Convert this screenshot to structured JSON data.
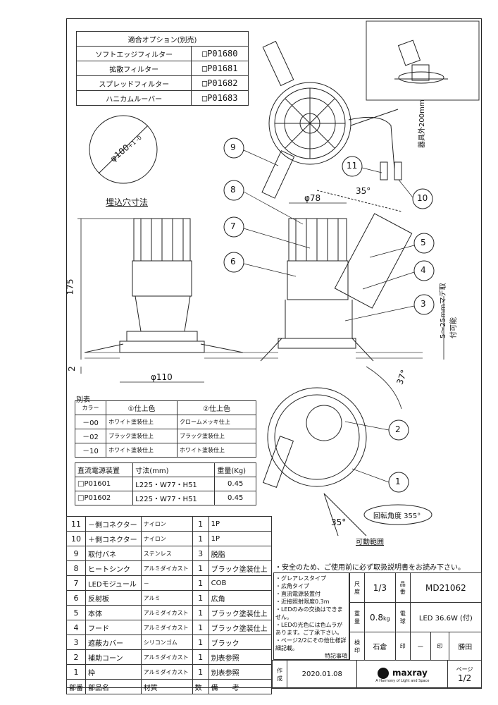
{
  "options_table": {
    "title": "適合オプション(別売)",
    "rows": [
      {
        "name": "ソフトエッジフィルター",
        "code": "□P01680"
      },
      {
        "name": "拡散フィルター",
        "code": "□P01681"
      },
      {
        "name": "スプレッドフィルター",
        "code": "□P01682"
      },
      {
        "name": "ハニカムルーバー",
        "code": "□P01683"
      }
    ]
  },
  "cutout": {
    "dia": "φ100",
    "tol": "+1 -0",
    "label": "埋込穴寸法"
  },
  "dims": {
    "d78": "φ78",
    "d110": "φ110",
    "h175": "175",
    "h2": "2",
    "angle35_top": "35°",
    "angle37": "37°",
    "angle35_bottom": "35°",
    "cable": "器具外200mm",
    "ceiling": "5～25mmマデ取付可能",
    "rotation": "回転角度 355°",
    "movable": "可動範囲"
  },
  "callouts": [
    "1",
    "2",
    "3",
    "4",
    "5",
    "6",
    "7",
    "8",
    "9",
    "10",
    "11"
  ],
  "betsuhyo": {
    "title": "別表",
    "headers": [
      "カラー",
      "①仕上色",
      "②仕上色"
    ],
    "rows": [
      [
        "－00",
        "ホワイト塗装仕上",
        "クロームメッキ仕上"
      ],
      [
        "－02",
        "ブラック塗装仕上",
        "ブラック塗装仕上"
      ],
      [
        "－10",
        "ホワイト塗装仕上",
        "ホワイト塗装仕上"
      ]
    ]
  },
  "power_table": {
    "headers": [
      "直流電源装置",
      "寸法(mm)",
      "重量(Kg)"
    ],
    "rows": [
      [
        "□P01601",
        "L225・W77・H51",
        "0.45"
      ],
      [
        "□P01602",
        "L225・W77・H51",
        "0.45"
      ]
    ]
  },
  "parts": [
    {
      "no": "11",
      "name": "－側コネクター",
      "mat": "ナイロン",
      "qty": "1",
      "note": "1P"
    },
    {
      "no": "10",
      "name": "＋側コネクター",
      "mat": "ナイロン",
      "qty": "1",
      "note": "1P"
    },
    {
      "no": "9",
      "name": "取付バネ",
      "mat": "ステンレス",
      "qty": "3",
      "note": "脱脂"
    },
    {
      "no": "8",
      "name": "ヒートシンク",
      "mat": "アルミダイカスト",
      "qty": "1",
      "note": "ブラック塗装仕上"
    },
    {
      "no": "7",
      "name": "LEDモジュール",
      "mat": "－",
      "qty": "1",
      "note": "COB"
    },
    {
      "no": "6",
      "name": "反射板",
      "mat": "アルミ",
      "qty": "1",
      "note": "広角"
    },
    {
      "no": "5",
      "name": "本体",
      "mat": "アルミダイカスト",
      "qty": "1",
      "note": "ブラック塗装仕上"
    },
    {
      "no": "4",
      "name": "フード",
      "mat": "アルミダイカスト",
      "qty": "1",
      "note": "ブラック塗装仕上"
    },
    {
      "no": "3",
      "name": "遮蔽カバー",
      "mat": "シリコンゴム",
      "qty": "1",
      "note": "ブラック"
    },
    {
      "no": "2",
      "name": "補助コーン",
      "mat": "アルミダイカスト",
      "qty": "1",
      "note": "別表参照"
    },
    {
      "no": "1",
      "name": "枠",
      "mat": "アルミダイカスト",
      "qty": "1",
      "note": "別表参照"
    }
  ],
  "parts_footer": [
    "部番",
    "部品名",
    "材質",
    "数",
    "備",
    "考"
  ],
  "safety": "・安全のため、ご使用前に必ず取扱説明書をお読み下さい。",
  "notes": [
    "・グレアレスタイプ",
    "・広角タイプ",
    "・直流電源装置付",
    "・近接照射限度0.3m",
    "・LEDのみの交換はできません。",
    "・LEDの光色には色ムラがあります。ご了承下さい。",
    "・ページ2/2にその他仕様詳細記載。",
    "特記事項"
  ],
  "title_block": {
    "scale_label": "尺度",
    "scale": "1/3",
    "hinban_label": "品番",
    "hinban": "MD21062",
    "weight_label": "重量",
    "weight": "0.8",
    "weight_unit": "kg",
    "lamp_label": "電球",
    "lamp": "LED 36.6W",
    "lamp_mark": "付",
    "kenin": "検印",
    "maker": "石倉",
    "in1": "印",
    "dash": "－",
    "in2": "印",
    "approver": "勝田",
    "sakusei": "作成",
    "date": "2020.01.08",
    "logo": "maxray",
    "logo_sub": "A Harmony of Light and Space",
    "page_label": "ページ",
    "page": "1/2"
  }
}
